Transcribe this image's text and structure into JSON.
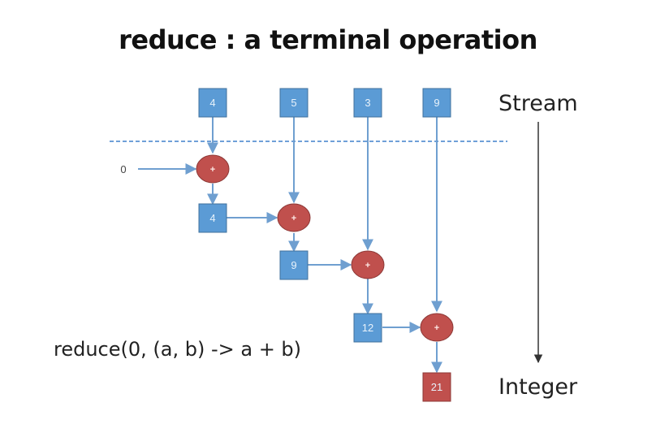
{
  "title": "reduce : a terminal operation",
  "labels": {
    "stream": "Stream",
    "integer": "Integer",
    "code": "reduce(0, (a, b) -> a + b)"
  },
  "diagram": {
    "initial_value": "0",
    "stream_elements": [
      "4",
      "5",
      "3",
      "9"
    ],
    "operator_symbol": "+",
    "partial_results": [
      "4",
      "9",
      "12"
    ],
    "final_result": "21"
  },
  "colors": {
    "box_fill": "#5b9bd5",
    "box_stroke": "#41719c",
    "op_fill": "#c0504d",
    "op_stroke": "#8c3836",
    "result_fill": "#c0504d",
    "arrow": "#6f9fd0",
    "dashed_line": "#6fa0d8"
  }
}
